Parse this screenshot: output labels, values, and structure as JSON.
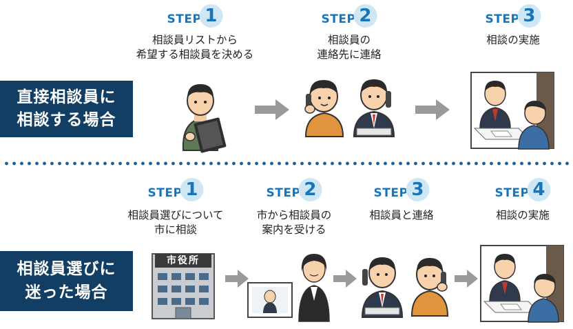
{
  "rows": [
    {
      "label_lines": [
        "直接相談員に",
        "相談する場合"
      ],
      "steps": [
        {
          "word": "STEP",
          "num": "1",
          "lines": [
            "相談員リストから",
            "希望する相談員を決める"
          ]
        },
        {
          "word": "STEP",
          "num": "2",
          "lines": [
            "相談員の",
            "連絡先に連絡"
          ]
        },
        {
          "word": "STEP",
          "num": "3",
          "lines": [
            "相談の実施"
          ]
        }
      ]
    },
    {
      "label_lines": [
        "相談員選びに",
        "迷った場合"
      ],
      "steps": [
        {
          "word": "STEP",
          "num": "1",
          "lines": [
            "相談員選びについて",
            "市に相談"
          ]
        },
        {
          "word": "STEP",
          "num": "2",
          "lines": [
            "市から相談員の",
            "案内を受ける"
          ]
        },
        {
          "word": "STEP",
          "num": "3",
          "lines": [
            "相談員と連絡"
          ]
        },
        {
          "word": "STEP",
          "num": "4",
          "lines": [
            "相談の実施"
          ]
        }
      ]
    }
  ],
  "city_hall_sign": "市役所",
  "colors": {
    "label_bg": "#133e63",
    "step_blue": "#1a75b8",
    "step_circle": "#cfe7f5",
    "arrow": "#9a9a9a",
    "dots": "#1f5f93"
  }
}
